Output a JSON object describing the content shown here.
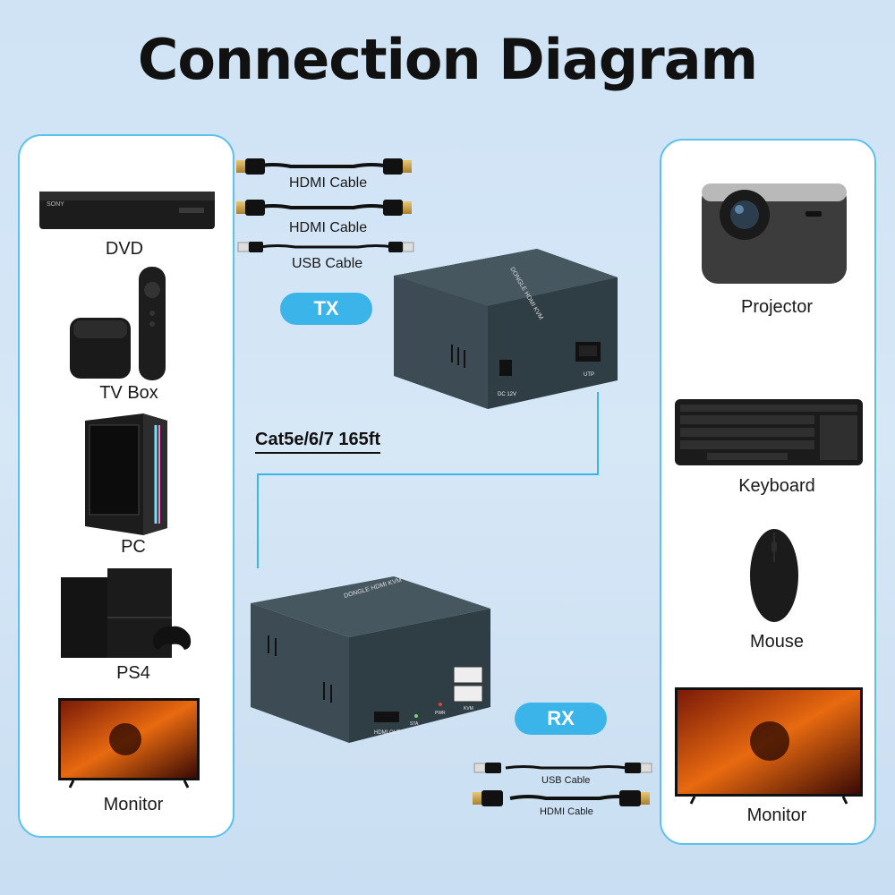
{
  "title": "Connection Diagram",
  "left_devices": [
    "DVD",
    "TV Box",
    "PC",
    "PS4",
    "Monitor"
  ],
  "right_devices": [
    "Projector",
    "Keyboard",
    "Mouse",
    "Monitor"
  ],
  "tx_cables": [
    "HDMI Cable",
    "HDMI Cable",
    "USB Cable"
  ],
  "rx_cables": [
    "USB Cable",
    "HDMI Cable"
  ],
  "tx_badge": "TX",
  "rx_badge": "RX",
  "link_label": "Cat5e/6/7 165ft",
  "tx_unit": {
    "brand": "DONGLE HDMI KVM",
    "port_dc": "DC 12V",
    "port_utp": "UTP"
  },
  "rx_unit": {
    "brand": "DONGLE HDMI KVM",
    "port_hdmi": "HDMI OUT",
    "port_sta": "STA",
    "port_pwr": "PWR",
    "port_kvm": "KVM"
  },
  "dvd_brand": "SONY",
  "colors": {
    "accent": "#3bb4ea",
    "panel_border": "#5bc2ec",
    "box": "#3a4a52",
    "cable": "#111111",
    "gold": "#c9a14a"
  }
}
